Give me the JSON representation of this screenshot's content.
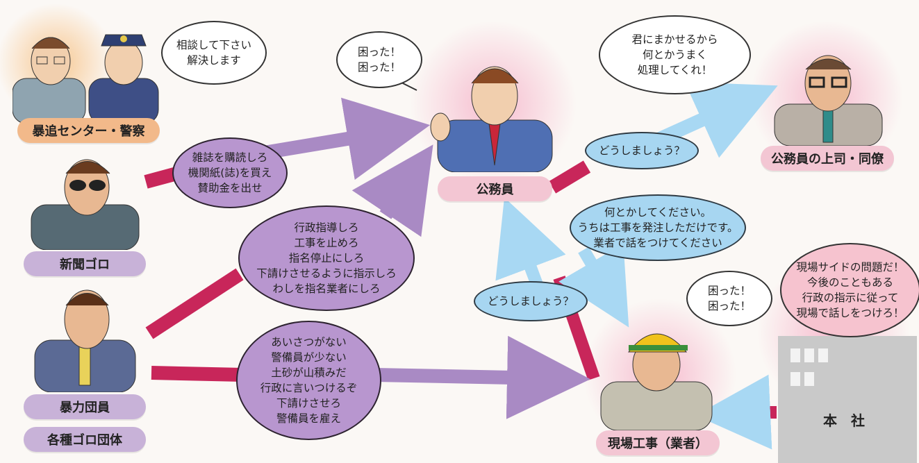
{
  "labels": {
    "police": "暴追センター・警察",
    "newspaper_thug": "新聞ゴロ",
    "gangster": "暴力団員",
    "thug_groups": "各種ゴロ団体",
    "official": "公務員",
    "boss": "公務員の上司・同僚",
    "contractor": "現場工事（業者）",
    "headquarters": "本　社"
  },
  "bubbles": {
    "police_offer": [
      "相談して下さい",
      "解決します"
    ],
    "official_worry": [
      "困った！",
      "困った！"
    ],
    "boss_reply": [
      "君にまかせるから",
      "何とかうまく",
      "処理してくれ！"
    ],
    "newspaper_demand": [
      "雑誌を購読しろ",
      "機関紙(誌)を買え",
      "賛助金を出せ"
    ],
    "gangster_to_official": [
      "行政指導しろ",
      "工事を止めろ",
      "指名停止にしろ",
      "下請けさせるように指示しろ",
      "わしを指名業者にしろ"
    ],
    "gangster_to_contractor": [
      "あいさつがない",
      "警備員が少ない",
      "土砂が山積みだ",
      "行政に言いつけるぞ",
      "下請けさせろ",
      "警備員を雇え"
    ],
    "official_to_boss": [
      "どうしましょう？"
    ],
    "official_to_contractor": [
      "何とかしてください。",
      "うちは工事を発注しただけです。",
      "業者で話をつけてください"
    ],
    "contractor_to_official": [
      "どうしましょう？"
    ],
    "contractor_worry": [
      "困った！",
      "困った！"
    ],
    "hq_reply": [
      "現場サイドの問題だ！",
      "今後のこともある",
      "行政の指示に従って",
      "現場で話しをつけろ！"
    ]
  },
  "colors": {
    "purple_arrow": "#a98ac4",
    "blue_arrow": "#a8d8f3",
    "crimson_bar": "#c8265a",
    "police_label": "#f2b98a",
    "thug_label": "#c8b2d8",
    "official_label": "#f3c6d3"
  }
}
